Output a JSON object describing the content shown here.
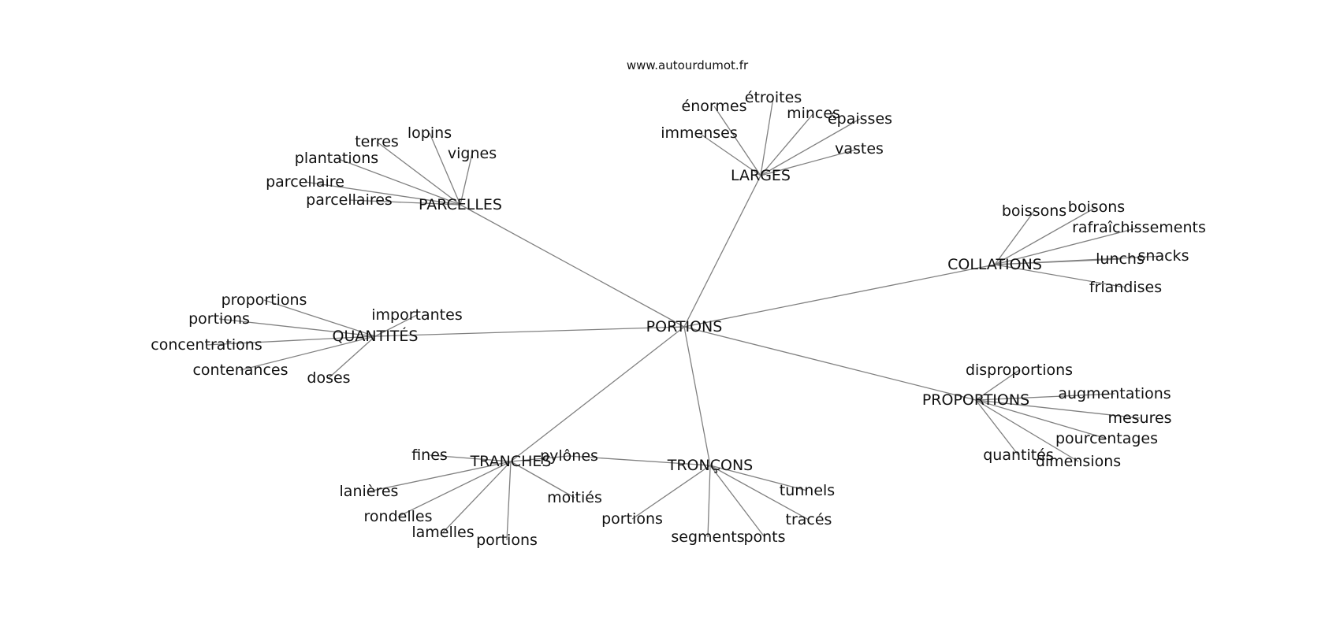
{
  "source": "www.autourdumot.fr",
  "center": "PORTIONS",
  "clusters": [
    {
      "hub": "PARCELLES",
      "leaves": [
        "terres",
        "lopins",
        "vignes",
        "plantations",
        "parcellaire",
        "parcellaires"
      ]
    },
    {
      "hub": "LARGES",
      "leaves": [
        "énormes",
        "étroites",
        "minces",
        "épaisses",
        "immenses",
        "vastes"
      ]
    },
    {
      "hub": "COLLATIONS",
      "leaves": [
        "boissons",
        "boisons",
        "rafraîchissements",
        "lunchs",
        "snacks",
        "friandises"
      ]
    },
    {
      "hub": "QUANTITÉS",
      "leaves": [
        "proportions",
        "importantes",
        "portions",
        "concentrations",
        "contenances",
        "doses"
      ]
    },
    {
      "hub": "PROPORTIONS",
      "leaves": [
        "disproportions",
        "augmentations",
        "mesures",
        "pourcentages",
        "quantités",
        "dimensions"
      ]
    },
    {
      "hub": "TRANCHES",
      "leaves": [
        "fines",
        "pylônes",
        "lanières",
        "moitiés",
        "rondelles",
        "lamelles",
        "portions"
      ]
    },
    {
      "hub": "TRONÇONS",
      "leaves": [
        "pylônes",
        "tunnels",
        "portions",
        "tracés",
        "segments",
        "ponts"
      ]
    }
  ]
}
